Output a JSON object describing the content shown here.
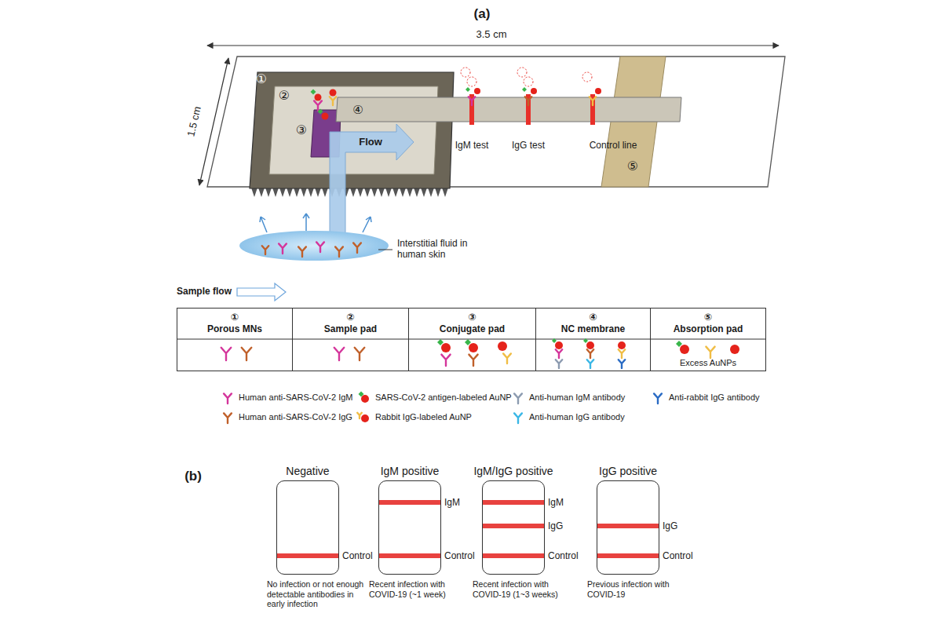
{
  "diagram": {
    "nodes": [
      {
        "text": [
          "①",
          "Porous MNs"
        ]
      },
      {
        "text": [
          "②",
          "Sample pad"
        ]
      },
      {
        "text": [
          "③",
          "Conjugate pad"
        ]
      },
      {
        "text": [
          "④",
          "NC membrane"
        ]
      },
      {
        "text": [
          "⑤",
          "Absorption pad",
          "Excess AuNPs"
        ]
      },
      {
        "text": [
          "Negative",
          "Control",
          "No infection or not enough detectable antibodies in early infection"
        ]
      },
      {
        "text": [
          "IgM positive",
          "IgM",
          "Control",
          "Recent infection with COVID-19 (~1 week)"
        ]
      },
      {
        "text": [
          "IgM/IgG positive",
          "IgM",
          "IgG",
          "Control",
          "Recent infection with COVID-19 (1~3 weeks)"
        ]
      },
      {
        "text": [
          "IgG positive",
          "IgG",
          "Control",
          "Previous infection with COVID-19"
        ]
      }
    ],
    "labels": [
      "(a)",
      "3.5 cm",
      "1.5 cm",
      "①",
      "②",
      "③",
      "④",
      "⑤",
      "Flow",
      "IgM test",
      "IgG test",
      "Control line",
      "Interstitial fluid in human skin",
      "Sample flow",
      "(b)"
    ],
    "legend": [
      {
        "text": "Human anti-SARS-CoV-2 IgM"
      },
      {
        "text": "Human anti-SARS-CoV-2 IgG"
      },
      {
        "text": "SARS-CoV-2 antigen-labeled AuNP"
      },
      {
        "text": "Rabbit IgG-labeled AuNP"
      },
      {
        "text": "Anti-human IgM antibody"
      },
      {
        "text": "Anti-human IgG antibody"
      },
      {
        "text": "Anti-rabbit IgG antibody"
      }
    ]
  }
}
